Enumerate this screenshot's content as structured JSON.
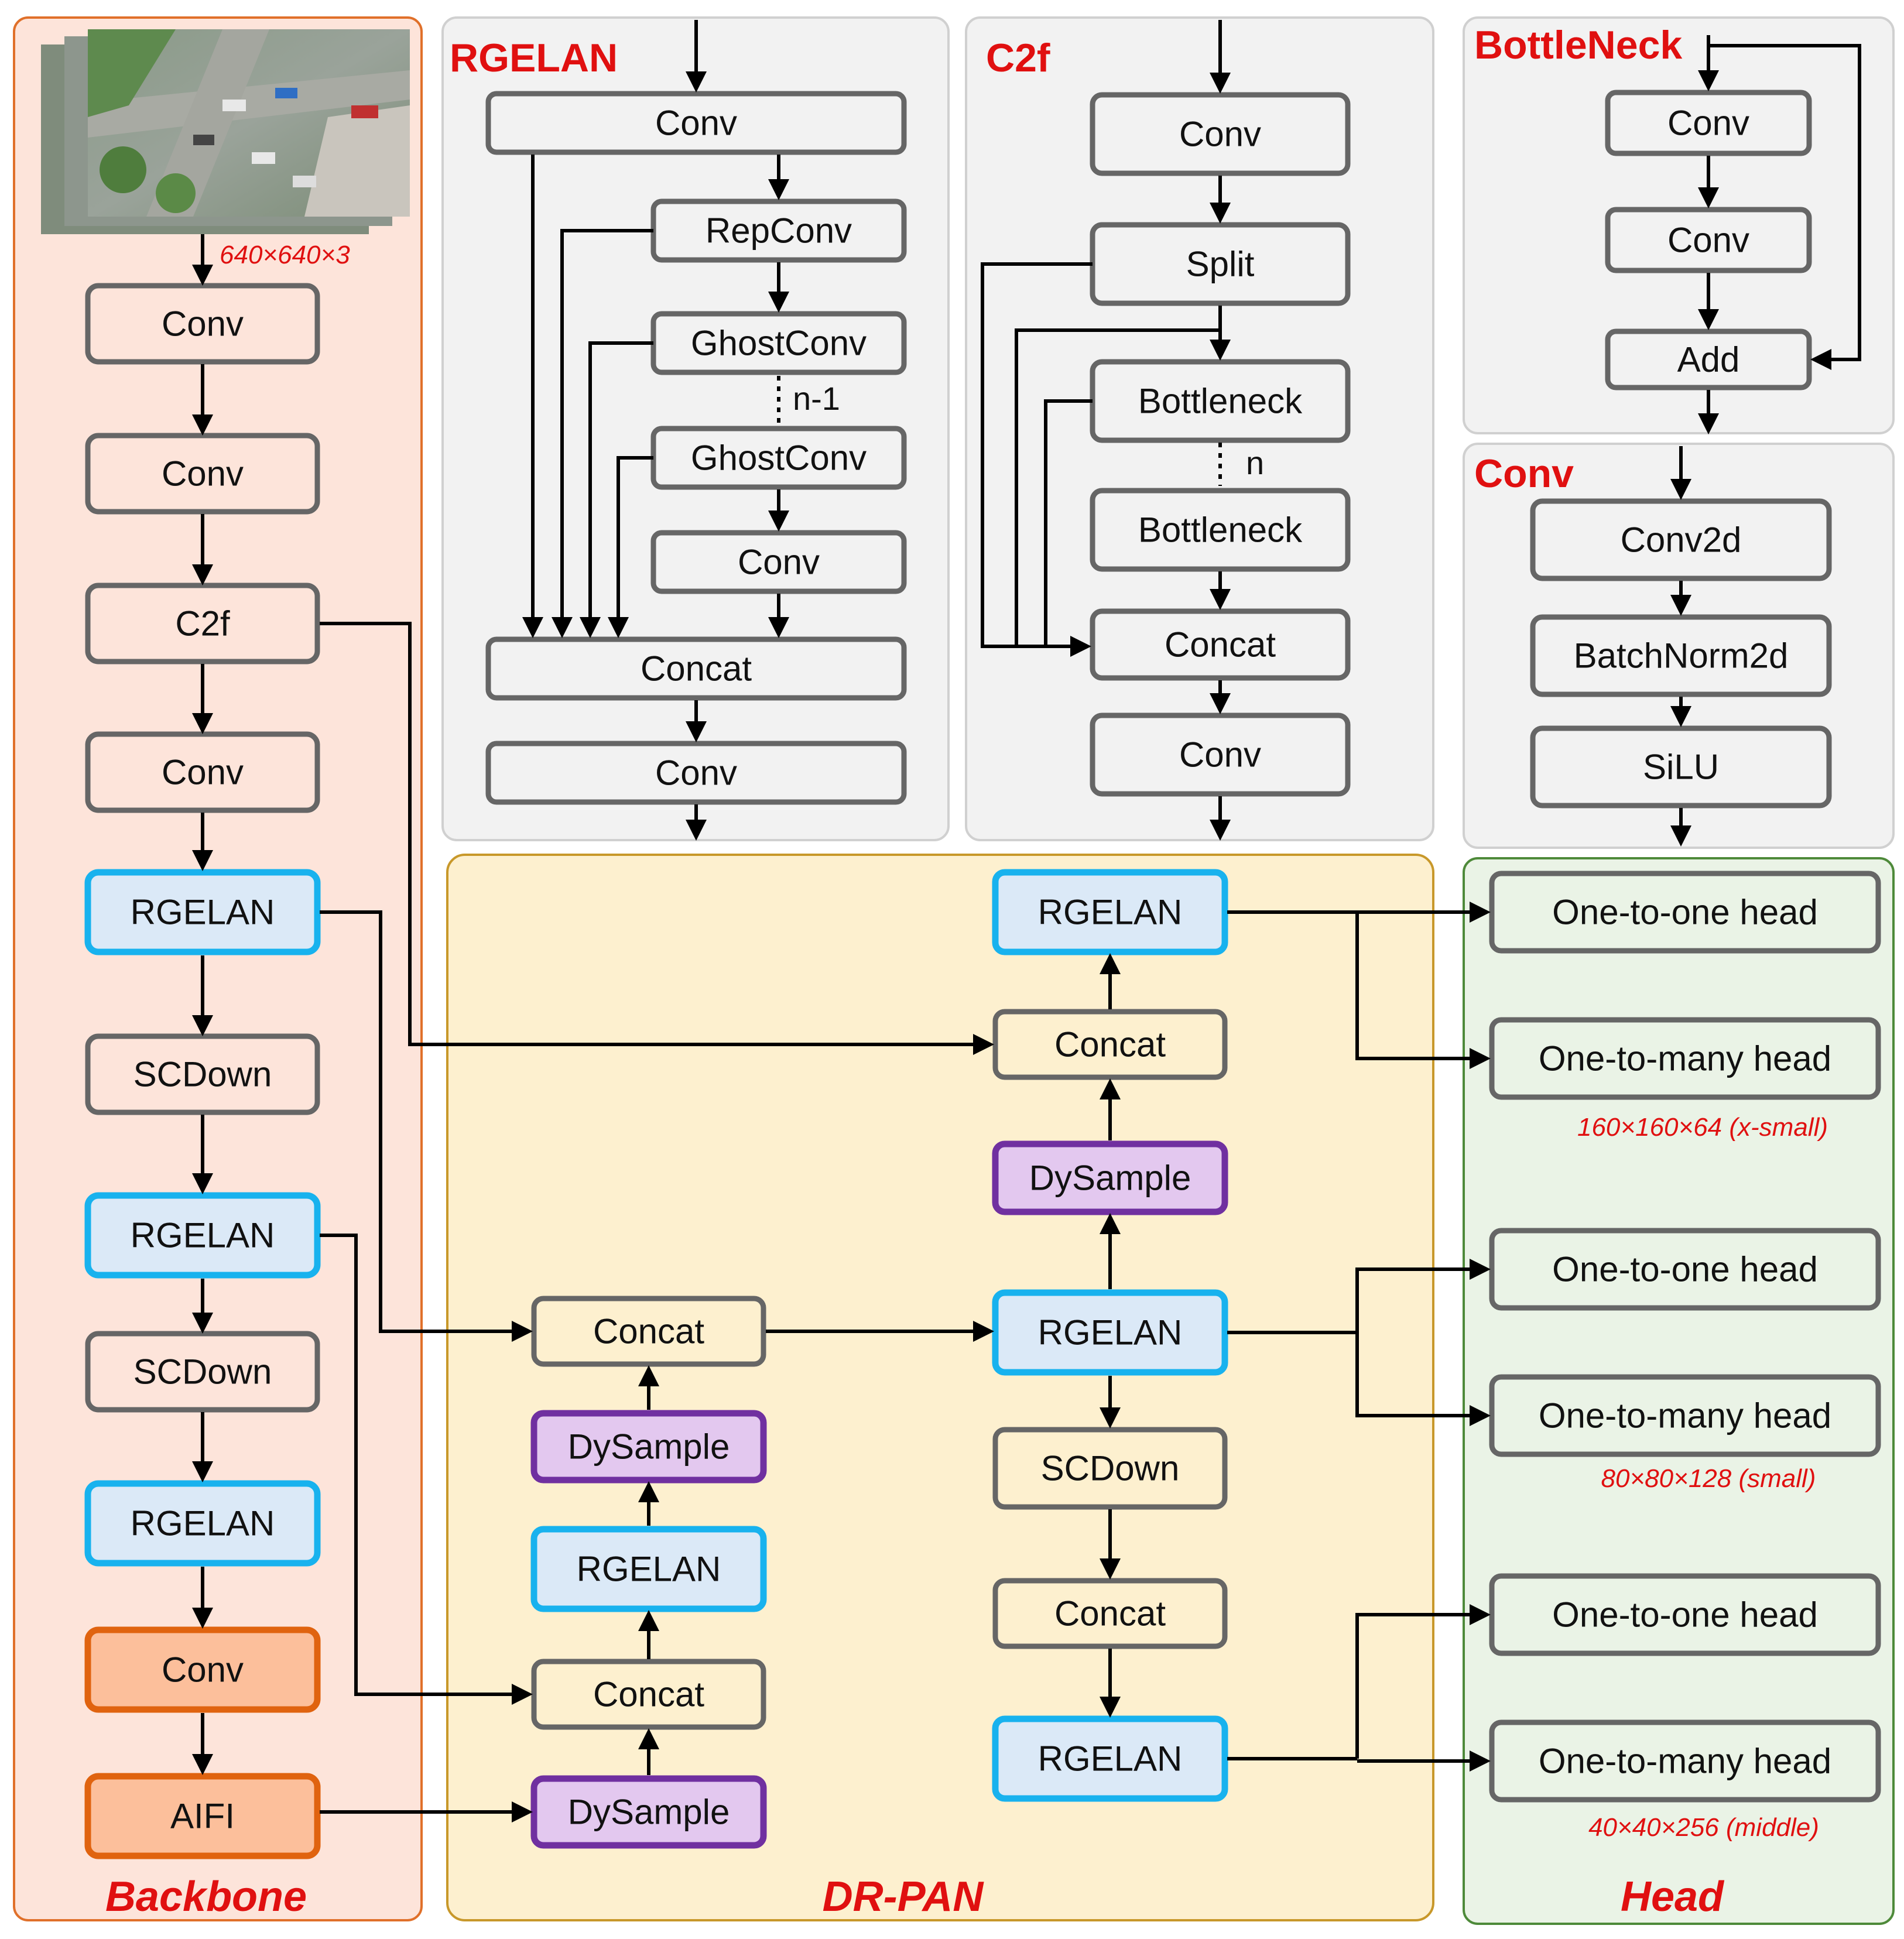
{
  "backbone": {
    "label": "Backbone",
    "input_dims": "640×640×3",
    "blocks": [
      "Conv",
      "Conv",
      "C2f",
      "Conv",
      "RGELAN",
      "SCDown",
      "RGELAN",
      "SCDown",
      "RGELAN",
      "Conv",
      "AIFI"
    ]
  },
  "rgelan_module": {
    "title": "RGELAN",
    "blocks": [
      "Conv",
      "RepConv",
      "GhostConv",
      "GhostConv",
      "Conv",
      "Concat",
      "Conv"
    ],
    "repeat": "n-1"
  },
  "c2f_module": {
    "title": "C2f",
    "blocks": [
      "Conv",
      "Split",
      "Bottleneck",
      "Bottleneck",
      "Concat",
      "Conv"
    ],
    "repeat": "n"
  },
  "bottleneck_module": {
    "title": "BottleNeck",
    "blocks": [
      "Conv",
      "Conv",
      "Add"
    ]
  },
  "conv_module": {
    "title": "Conv",
    "blocks": [
      "Conv2d",
      "BatchNorm2d",
      "SiLU"
    ]
  },
  "drpan": {
    "label": "DR-PAN",
    "left_column": [
      "Concat",
      "DySample",
      "RGELAN",
      "Concat",
      "DySample"
    ],
    "right_column": [
      "RGELAN",
      "Concat",
      "DySample",
      "RGELAN",
      "SCDown",
      "Concat",
      "RGELAN"
    ]
  },
  "head": {
    "label": "Head",
    "groups": [
      {
        "one_to_one": "One-to-one head",
        "one_to_many": "One-to-many head",
        "dims": "160×160×64 (x-small)"
      },
      {
        "one_to_one": "One-to-one head",
        "one_to_many": "One-to-many head",
        "dims": "80×80×128 (small)"
      },
      {
        "one_to_one": "One-to-one head",
        "one_to_many": "One-to-many head",
        "dims": "40×40×256 (middle)"
      }
    ]
  },
  "colors": {
    "backbone_bg": "#fde4da",
    "backbone_border": "#e0702a",
    "module_bg": "#f2f2f2",
    "drpan_bg": "#fdf0cf",
    "drpan_border": "#c8982a",
    "head_bg": "#eaf3e6",
    "head_border": "#4e8a3a",
    "rgelan_fill": "#dbe9f7",
    "rgelan_border": "#18b2ee",
    "dysample_fill": "#e3c8ef",
    "dysample_border": "#7030a0",
    "orange_fill": "#fcbf9b",
    "orange_border": "#e0630f",
    "title_red": "#e01010"
  }
}
